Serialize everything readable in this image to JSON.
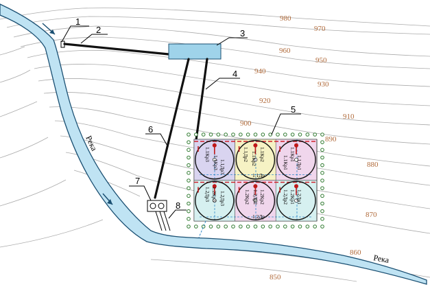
{
  "colors": {
    "river_fill": "#bfe3f3",
    "river_edge": "#1a4f72",
    "reservoir": "#9fd3ea",
    "contour": "#aaaaaa",
    "elevation_text": "#b06a3a",
    "cell_blue": "#d9d4f0",
    "cell_yellow": "#f6f2c4",
    "cell_cyan": "#d6f0f0",
    "cell_pink": "#f0d6ec",
    "well_red": "#c01818",
    "dash_red": "#d0202a",
    "dash_blue": "#2e87c7",
    "grid_node": "#2f7a2f"
  },
  "elevations": [
    "980",
    "970",
    "960",
    "950",
    "940",
    "930",
    "920",
    "910",
    "900",
    "890",
    "880",
    "870",
    "860",
    "850"
  ],
  "callouts": [
    "1",
    "2",
    "3",
    "4",
    "5",
    "6",
    "7",
    "8"
  ],
  "river_labels": [
    "Река",
    "Река"
  ],
  "zones": {
    "top": [
      {
        "main": "1.1Кр3",
        "side1": "1.1Кр3",
        "side2": "1.1Др3"
      },
      {
        "main": "1.1Кр2",
        "side1": "1.1Др2",
        "side2": "1.1Кр2"
      },
      {
        "main": "1.1Кр1",
        "side1": "1.1Кр1",
        "side2": "1.1Др1"
      }
    ],
    "top_bottom_label": "1.1Др",
    "bottom": [
      {
        "main": "1.2Кр3",
        "side1": "1.2Др3",
        "side2": "1.2Др3"
      },
      {
        "main": "1.2Кр2",
        "side1": "1.2Др2",
        "side2": "1.2Кр2"
      },
      {
        "main": "1.2Кр1",
        "side1": "1.2Др2",
        "side2": "1.2Др1"
      }
    ],
    "bottom_bottom_label": "1.2Др"
  }
}
